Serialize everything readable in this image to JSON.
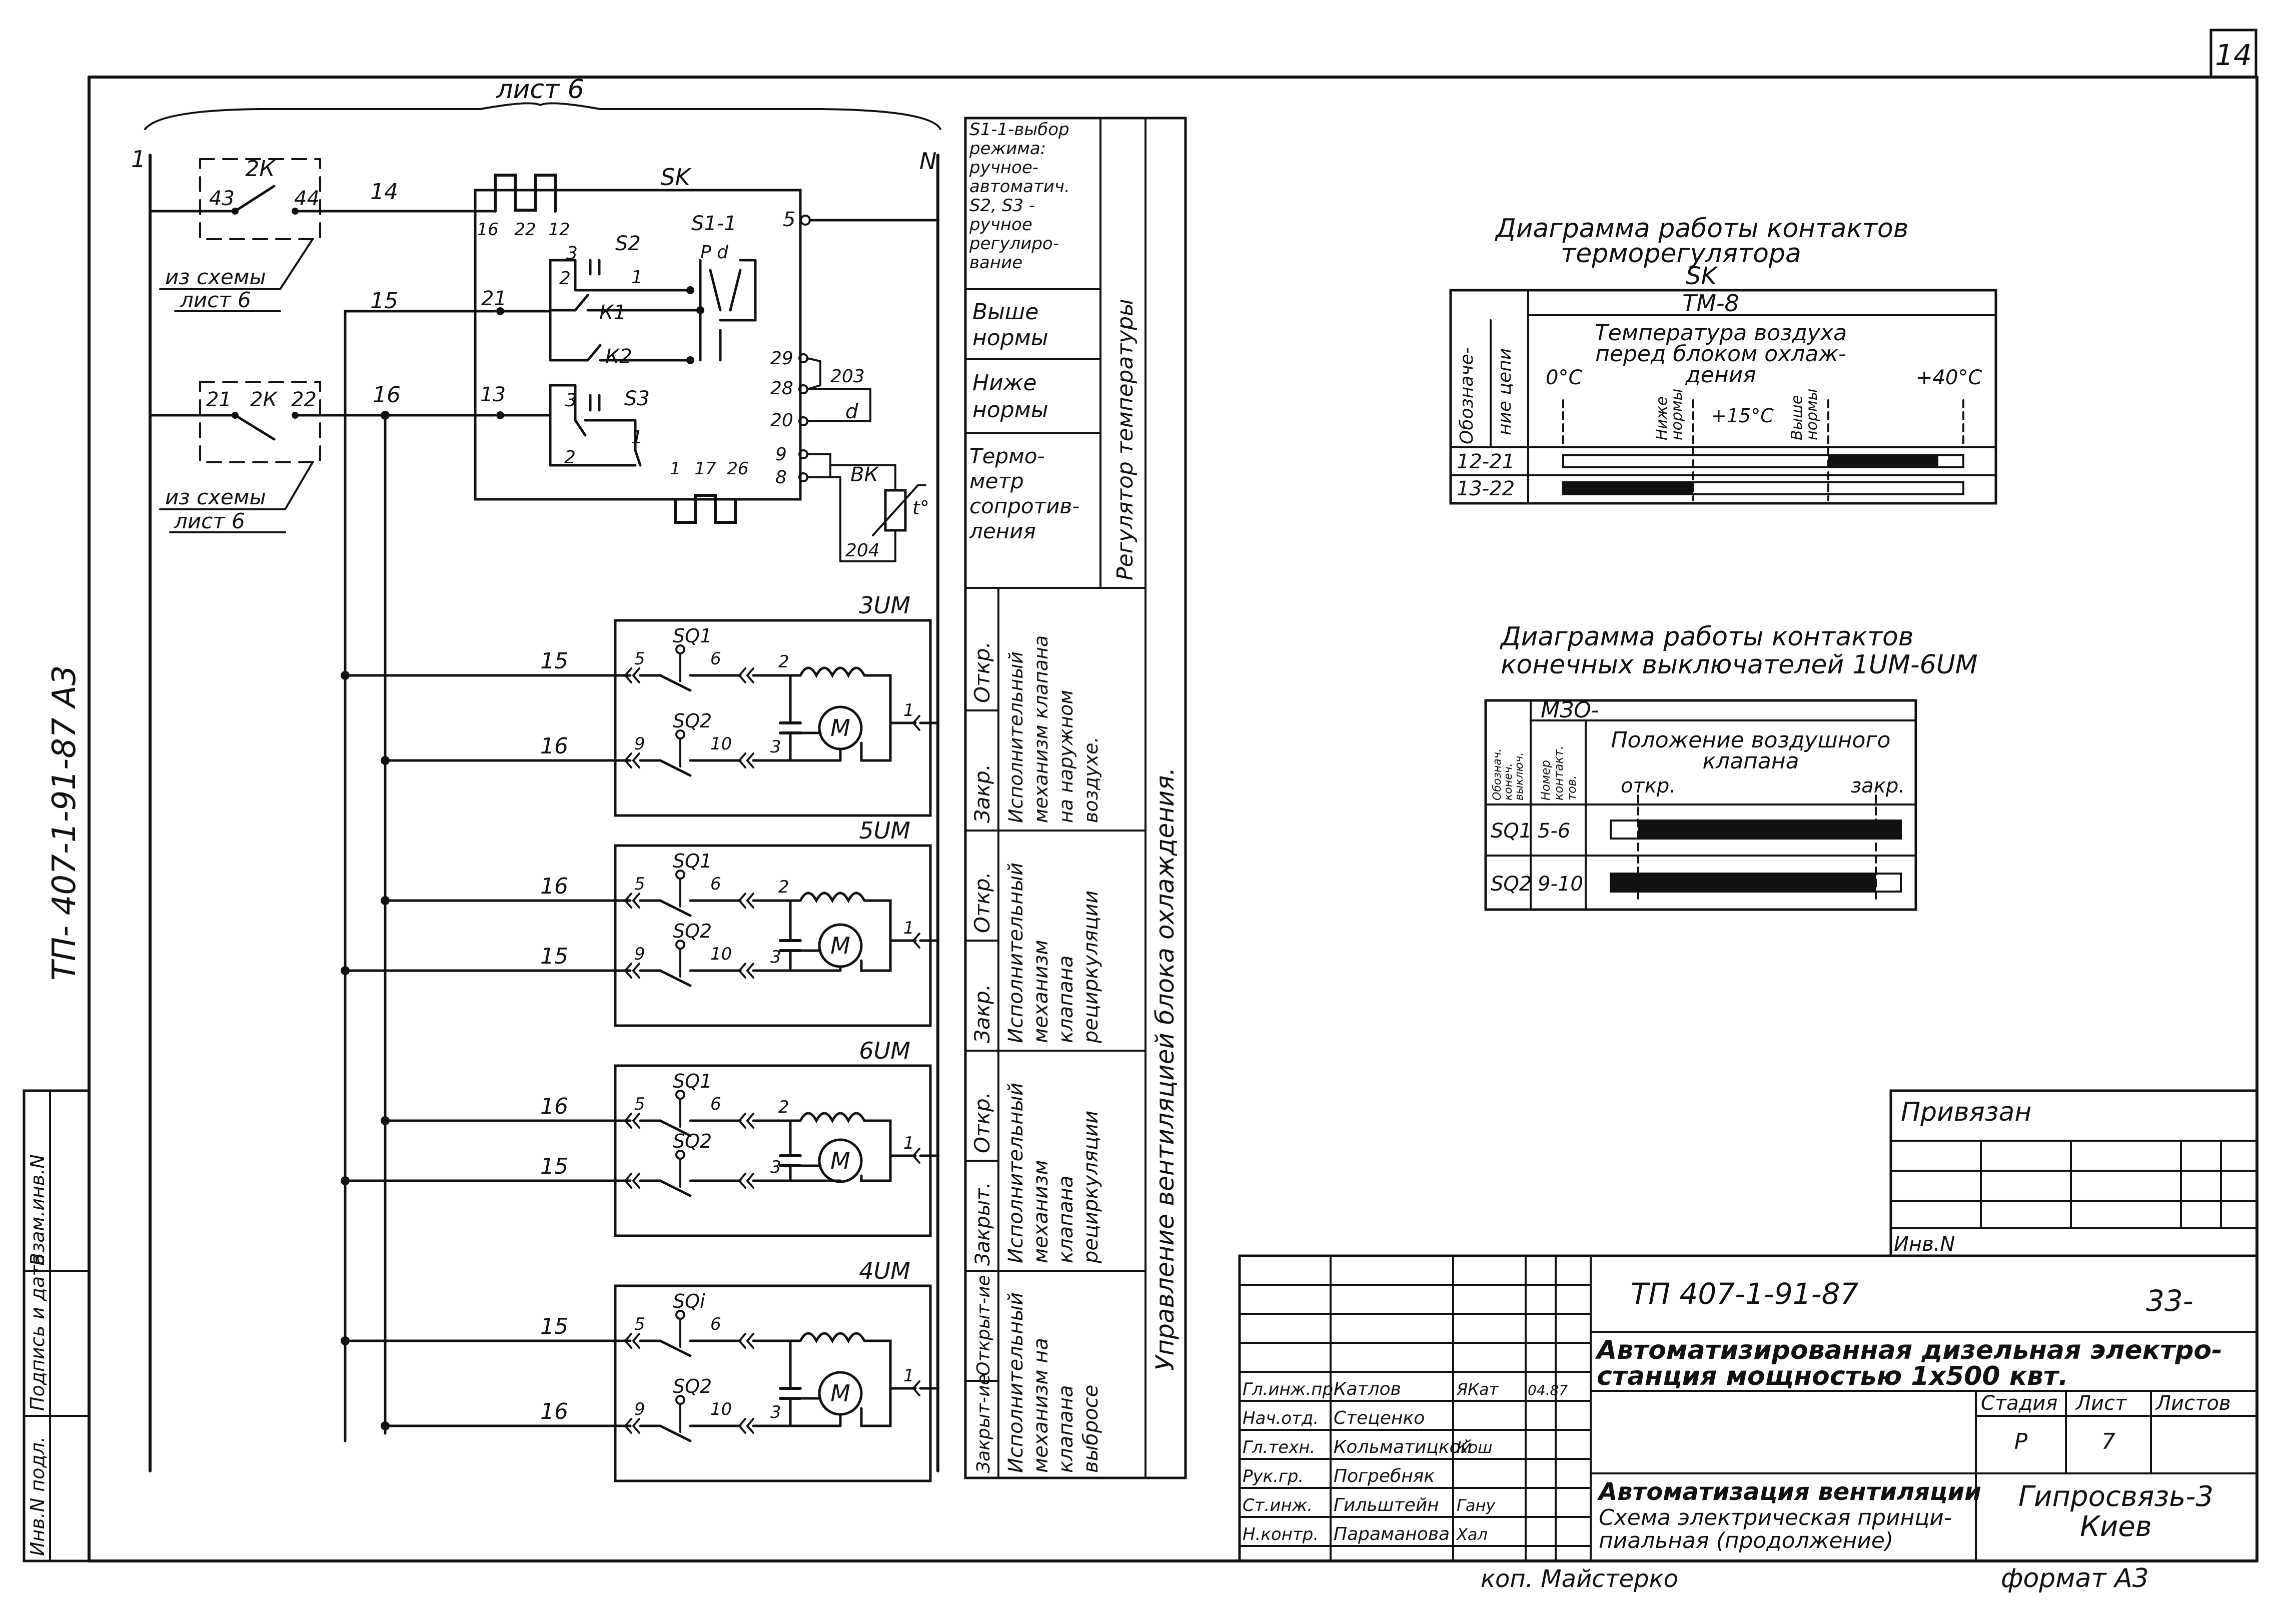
{
  "corner_sheet": "14",
  "side_label": "ТП- 407-1-91-87  А3",
  "top_ref": "лист 6",
  "rails": {
    "left": "1",
    "right": "N"
  },
  "relay_2k": {
    "name": "2К",
    "c1": "43",
    "c2": "44"
  },
  "relay_2k_b": {
    "name": "2К",
    "c1": "21",
    "c2": "22"
  },
  "from_scheme": {
    "line1": "из схемы",
    "line2": "лист 6"
  },
  "wires": {
    "w14": "14",
    "w15": "15",
    "w16": "16",
    "w13": "13",
    "w21": "21"
  },
  "sk": {
    "name": "SK",
    "t_top": [
      "16",
      "22",
      "12"
    ],
    "t5": "5",
    "s2": "S2",
    "s11": "S1-1",
    "pd": "Р  d",
    "k1": "К1",
    "k2": "К2",
    "s3": "S3",
    "t_bottom": [
      "1",
      "17",
      "26"
    ],
    "right_t": [
      "29",
      "28",
      "20",
      "9",
      "8"
    ],
    "w203": "203",
    "d": "d",
    "bk": "ВК",
    "w204": "204",
    "temp": "t°",
    "n3a": "3",
    "n2a": "2",
    "n1a": "1",
    "n3b": "3",
    "n2b": "2",
    "n1b": "1"
  },
  "motors": [
    {
      "name": "3UM",
      "top_wire": "15",
      "bottom_wire": "16",
      "sq1": "SQ1",
      "sq2": "SQ2",
      "c5": "5",
      "c6": "6",
      "c9": "9",
      "c10": "10",
      "c2": "2",
      "c3": "3",
      "c1": "1",
      "m": "M"
    },
    {
      "name": "5UM",
      "top_wire": "16",
      "bottom_wire": "15",
      "sq1": "SQ1",
      "sq2": "SQ2",
      "c5": "5",
      "c6": "6",
      "c9": "9",
      "c10": "10",
      "c2": "2",
      "c3": "3",
      "c1": "1",
      "m": "M"
    },
    {
      "name": "6UM",
      "top_wire": "16",
      "bottom_wire": "15",
      "sq1": "SQ1",
      "sq2": "SQ2",
      "c5": "5",
      "c6": "6",
      "c9": "",
      "c10": "",
      "c2": "2",
      "c3": "3",
      "c1": "1",
      "m": "M"
    },
    {
      "name": "4UM",
      "top_wire": "15",
      "bottom_wire": "16",
      "sq1": "SQi",
      "sq2": "SQ2",
      "c5": "5",
      "c6": "6",
      "c9": "9",
      "c10": "10",
      "c2": "",
      "c3": "3",
      "c1": "1",
      "m": "M"
    }
  ],
  "legend": {
    "reg_desc": [
      "S1-1-выбор",
      "режима:",
      "ручное-",
      "автоматич.",
      "S2, S3 -",
      "ручное",
      "регулиро-",
      "вание"
    ],
    "above": [
      "Выше",
      "нормы"
    ],
    "below": [
      "Ниже",
      "нормы"
    ],
    "thermo": [
      "Термо-",
      "метр",
      "сопротив-",
      "ления"
    ],
    "reg_group": "Регулятор температуры",
    "open": "Откр.",
    "close": "Закр.",
    "close_alt": "Закрыт.",
    "open_4": "Открыт-ие",
    "close_4": "Закрыт-ие",
    "mech_3": [
      "Исполнительный",
      "механизм клапана",
      "на наружном",
      "воздухе."
    ],
    "mech_5": [
      "Исполнительный",
      "механизм",
      "клапана",
      "рециркуляции"
    ],
    "mech_6": [
      "Исполнительный",
      "механизм",
      "клапана",
      "рециркуляции"
    ],
    "mech_4": [
      "Исполнительный",
      "механизм на",
      "клапана",
      "выбросе"
    ],
    "group": "Управление вентиляцией блока охлаждения."
  },
  "diag1": {
    "title1": "Диаграмма работы контактов",
    "title2": "терморегулятора",
    "title3": "SK",
    "device": "ТМ-8",
    "col_head": [
      "Обозначе-",
      "ние цепи"
    ],
    "head": [
      "Температура воздуха",
      "перед блоком охлаж-",
      "дения"
    ],
    "t0": "0°C",
    "t15": "+15°C",
    "t40": "+40°C",
    "low": [
      "Ниже",
      "нормы"
    ],
    "high": [
      "Выше",
      "нормы"
    ],
    "rows": [
      {
        "circuit": "12-21"
      },
      {
        "circuit": "13-22"
      }
    ]
  },
  "diag2": {
    "title1": "Диаграмма работы контактов",
    "title2": "конечных выключателей 1UM-6UM",
    "device": "МЗО-",
    "h1": [
      "Обознач.",
      "конеч.",
      "выключ."
    ],
    "h2": [
      "Номер",
      "контакт.",
      "тов."
    ],
    "head": [
      "Положение воздушного",
      "клапана"
    ],
    "open": "откр.",
    "close": "закр.",
    "rows": [
      {
        "sw": "SQ1",
        "contacts": "5-6"
      },
      {
        "sw": "SQ2",
        "contacts": "9-10"
      }
    ]
  },
  "stamp": {
    "tied": "Привязан",
    "inv_no": "Инв.N",
    "code": "ТП 407-1-91-87",
    "sheet_code": "33-",
    "title": [
      "Автоматизированная дизельная электро-",
      "станция мощностью 1x500 квт."
    ],
    "subtitle": [
      "Автоматизация вентиляции",
      "Схема электрическая принци-",
      "пиальная (продолжение)"
    ],
    "org": [
      "Гипросвязь-3",
      "Киев"
    ],
    "stage_h": "Стадия",
    "sheet_h": "Лист",
    "sheets_h": "Листов",
    "stage": "Р",
    "sheet": "7",
    "roles": [
      {
        "role": "Гл.инж.пр.",
        "name": "Катлов",
        "sign": "ЯКат",
        "date": "04.87"
      },
      {
        "role": "Нач.отд.",
        "name": "Стеценко",
        "sign": "",
        "date": ""
      },
      {
        "role": "Гл.техн.",
        "name": "Кольматицкой",
        "sign": "Кош",
        "date": ""
      },
      {
        "role": "Рук.гр.",
        "name": "Погребняк",
        "sign": "",
        "date": ""
      },
      {
        "role": "Ст.инж.",
        "name": "Гильштейн",
        "sign": "Гану",
        "date": ""
      },
      {
        "role": "Н.контр.",
        "name": "Параманова",
        "sign": "Хал",
        "date": ""
      }
    ],
    "copied": "коп. Майстерко",
    "format": "формат А3",
    "left_strip": [
      "Инв.N подл.",
      "Подпись и дата",
      "Взам.инв.N"
    ]
  }
}
